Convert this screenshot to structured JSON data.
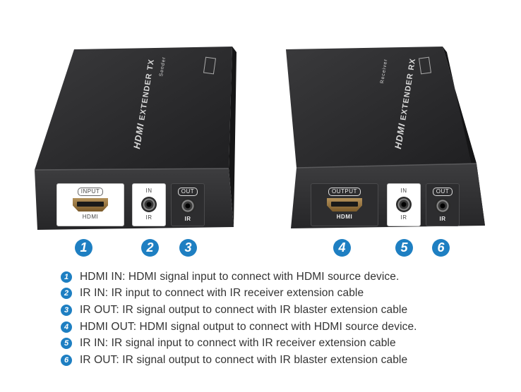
{
  "colors": {
    "badge": "#1e7fc2",
    "device_body": "#2b2b2d",
    "text": "#333333"
  },
  "sender": {
    "lid_brand": "HDMI",
    "lid_title": "EXTENDER TX",
    "lid_sub": "Sender",
    "ports": [
      {
        "top": "INPUT",
        "bottom": "HDMI",
        "icon": "hdmi-port-icon"
      },
      {
        "top": "IN",
        "bottom": "IR",
        "icon": "audio-jack-icon"
      },
      {
        "top": "OUT",
        "bottom": "IR",
        "icon": "audio-jack-icon"
      }
    ]
  },
  "receiver": {
    "lid_brand": "HDMI",
    "lid_title": "EXTENDER RX",
    "lid_sub": "Receiver",
    "ports": [
      {
        "top": "OUTPUT",
        "bottom": "HDMI",
        "icon": "hdmi-port-icon"
      },
      {
        "top": "IN",
        "bottom": "IR",
        "icon": "audio-jack-icon"
      },
      {
        "top": "OUT",
        "bottom": "IR",
        "icon": "audio-jack-icon"
      }
    ]
  },
  "numbers": [
    "1",
    "2",
    "3",
    "4",
    "5",
    "6"
  ],
  "legend": [
    {
      "num": "1",
      "text": "HDMI IN: HDMI signal input to connect with HDMI source device."
    },
    {
      "num": "2",
      "text": "IR IN: IR input to connect with IR receiver extension cable"
    },
    {
      "num": "3",
      "text": "IR OUT: IR signal output to connect with IR blaster extension cable"
    },
    {
      "num": "4",
      "text": "HDMI OUT: HDMI signal output to connect with HDMI source device."
    },
    {
      "num": "5",
      "text": "IR IN: IR signal input to connect with IR receiver extension cable"
    },
    {
      "num": "6",
      "text": "IR OUT: IR signal output to connect with IR blaster extension cable"
    }
  ]
}
